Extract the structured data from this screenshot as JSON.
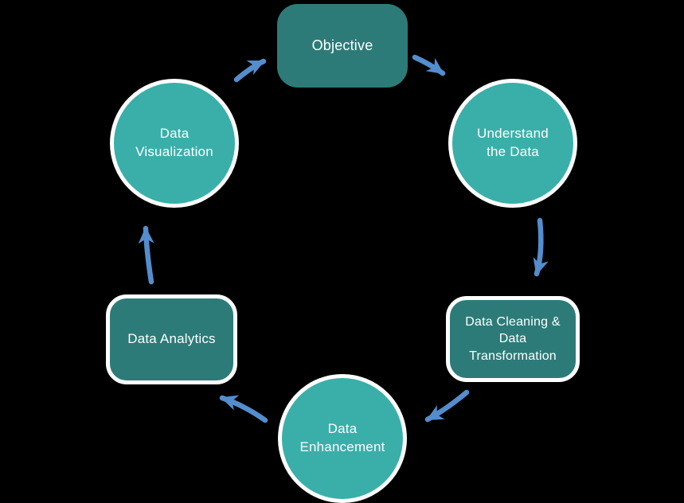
{
  "canvas": {
    "background": "#000000"
  },
  "colors": {
    "node_dark_teal": "#2d7b78",
    "node_light_teal": "#3aafa9",
    "node_border": "#ffffff",
    "arrow_blue": "#548dce",
    "text": "#ffffff"
  },
  "diagram": {
    "type": "cycle-flowchart",
    "nodes": [
      {
        "id": "objective",
        "shape": "rounded-rectangle",
        "label": "Objective",
        "lines": [
          "Objective"
        ]
      },
      {
        "id": "understand-the-data",
        "shape": "circle",
        "label": "Understand the Data",
        "lines": [
          "Understand",
          "the Data"
        ]
      },
      {
        "id": "data-cleaning-transformation",
        "shape": "rounded-rectangle",
        "label": "Data Cleaning & Data Transformation",
        "lines": [
          "Data Cleaning &",
          "Data",
          "Transformation"
        ]
      },
      {
        "id": "data-enhancement",
        "shape": "circle",
        "label": "Data Enhancement",
        "lines": [
          "Data",
          "Enhancement"
        ]
      },
      {
        "id": "data-analytics",
        "shape": "rounded-rectangle",
        "label": "Data Analytics",
        "lines": [
          "Data Analytics"
        ]
      },
      {
        "id": "data-visualization",
        "shape": "circle",
        "label": "Data Visualization",
        "lines": [
          "Data",
          "Visualization"
        ]
      }
    ],
    "arrows": [
      {
        "from": "data-visualization",
        "to": "objective"
      },
      {
        "from": "objective",
        "to": "understand-the-data"
      },
      {
        "from": "understand-the-data",
        "to": "data-cleaning-transformation"
      },
      {
        "from": "data-cleaning-transformation",
        "to": "data-enhancement"
      },
      {
        "from": "data-enhancement",
        "to": "data-analytics"
      },
      {
        "from": "data-analytics",
        "to": "data-visualization"
      }
    ]
  }
}
